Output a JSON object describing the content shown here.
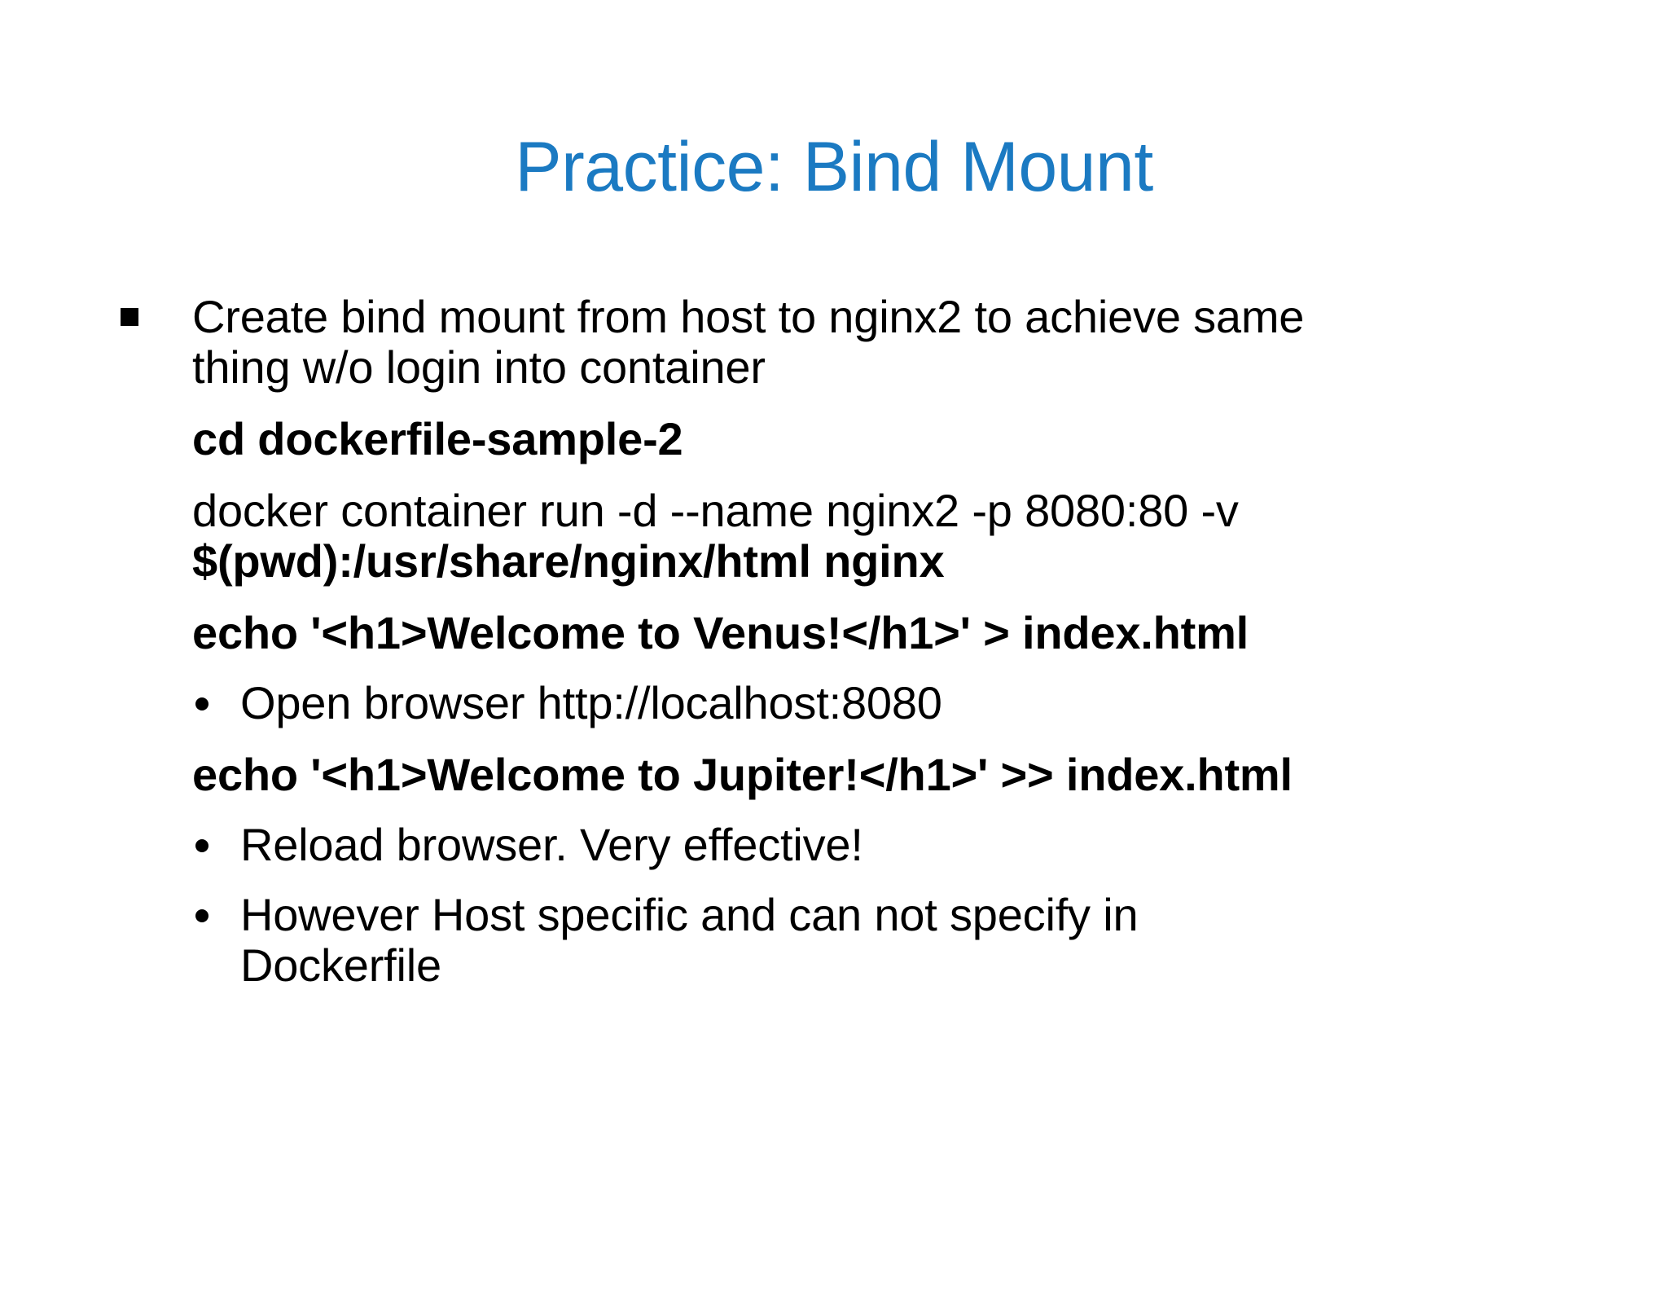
{
  "slide": {
    "title": "Practice: Bind Mount",
    "title_color": "#1b7ac2",
    "background_color": "#ffffff",
    "text_color": "#000000",
    "bullets": {
      "square_marker": "square-bullet",
      "round_marker": "round-bullet"
    },
    "content": [
      {
        "id": "b1",
        "level": 1,
        "marker": "square-bullet",
        "bold": false,
        "line1": "Create bind mount from host to nginx2 to achieve same",
        "line2": "thing w/o login into container"
      },
      {
        "id": "c1",
        "level": 1,
        "marker": "none",
        "bold": true,
        "text": "cd dockerfile-sample-2"
      },
      {
        "id": "c2",
        "level": 1,
        "marker": "none",
        "bold": false,
        "text": "docker container run -d --name nginx2 -p 8080:80 -v"
      },
      {
        "id": "c3",
        "level": 1,
        "marker": "none",
        "bold": true,
        "text": "$(pwd):/usr/share/nginx/html nginx"
      },
      {
        "id": "c4",
        "level": 1,
        "marker": "none",
        "bold": true,
        "text": "echo '<h1>Welcome to Venus!</h1>' > index.html"
      },
      {
        "id": "b2",
        "level": 2,
        "marker": "round-bullet",
        "bold": false,
        "text": "Open browser http://localhost:8080"
      },
      {
        "id": "c5",
        "level": 1,
        "marker": "none",
        "bold": true,
        "text": "echo '<h1>Welcome to Jupiter!</h1>' >> index.html"
      },
      {
        "id": "b3",
        "level": 2,
        "marker": "round-bullet",
        "bold": false,
        "text": "Reload browser. Very effective!"
      },
      {
        "id": "b4",
        "level": 2,
        "marker": "round-bullet",
        "bold": false,
        "line1": "However Host specific and can not specify in",
        "line2": "Dockerfile"
      }
    ]
  }
}
